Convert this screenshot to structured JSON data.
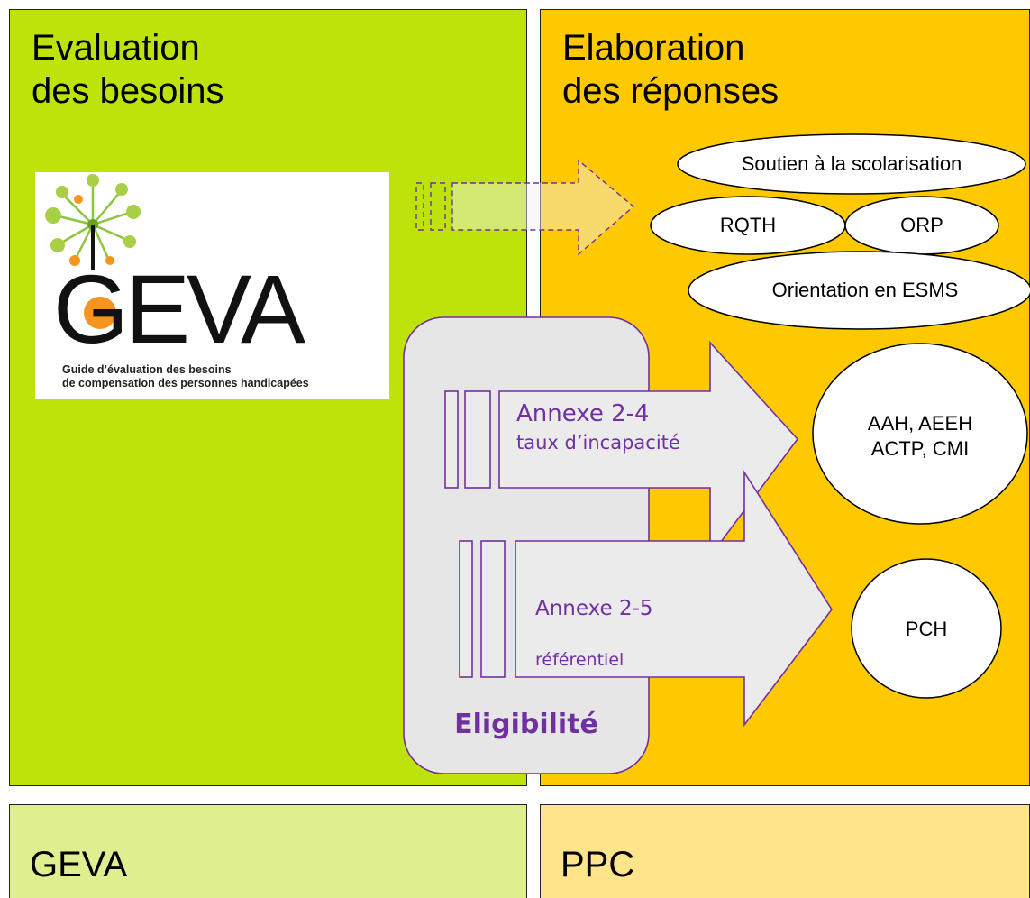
{
  "panels": {
    "left": {
      "title_line1": "Evaluation",
      "title_line2": "des besoins"
    },
    "right": {
      "title_line1": "Elaboration",
      "title_line2": "des réponses"
    },
    "bottom_left": {
      "title": "GEVA"
    },
    "bottom_right": {
      "title": "PPC"
    }
  },
  "geva_logo": {
    "word": "GEVA",
    "subtitle_line1": "Guide d’évaluation des besoins",
    "subtitle_line2": "de compensation des personnes handicapées"
  },
  "responses": {
    "scolarisation": "Soutien à la scolarisation",
    "rqth": "RQTH",
    "orp": "ORP",
    "esms": "Orientation en ESMS",
    "aah_line1": "AAH, AEEH",
    "aah_line2": "ACTP, CMI",
    "pch": "PCH"
  },
  "arrows": {
    "annexe24_title": "Annexe 2-4",
    "annexe24_sub": "taux d’incapacité",
    "annexe25_title": "Annexe 2-5",
    "annexe25_sub": "référentiel"
  },
  "eligibility": "Eligibilité",
  "colors": {
    "green": "#bee30a",
    "orange": "#ffc900",
    "light_green": "#dfef8f",
    "light_orange": "#ffe48a",
    "purple": "#7030a0",
    "arrow_fill": "#ebebeb"
  }
}
